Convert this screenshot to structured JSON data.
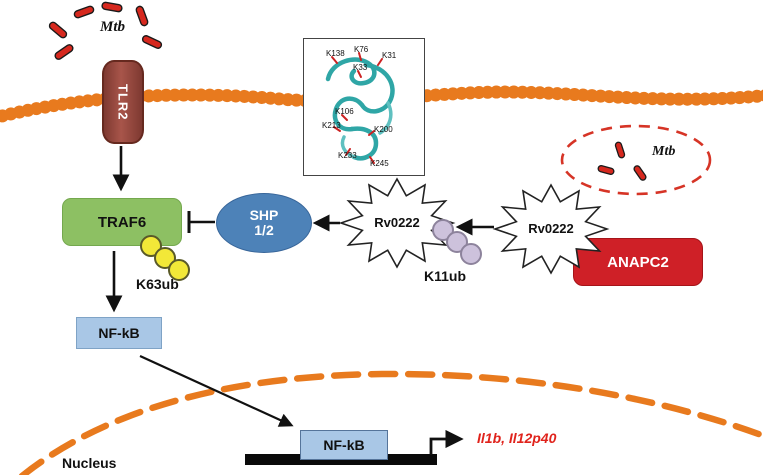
{
  "labels": {
    "mtb_extracellular": "Mtb",
    "mtb_intracellular": "Mtb",
    "tlr2": "TLR2",
    "traf6": "TRAF6",
    "k63ub": "K63ub",
    "nfkb_cytoplasm": "NF-kB",
    "shp_line1": "SHP",
    "shp_line2": "1/2",
    "rv0222_left": "Rv0222",
    "rv0222_right": "Rv0222",
    "k11ub": "K11ub",
    "anapc2": "ANAPC2",
    "nucleus": "Nucleus",
    "nfkb_nucleus": "NF-kB",
    "target_genes": "Il1b,  Il12p40"
  },
  "structure_inset": {
    "residues": [
      "K138",
      "K76",
      "K31",
      "K33",
      "K106",
      "K213",
      "K200",
      "K233",
      "K245"
    ]
  },
  "colors": {
    "membrane_orange": "#e87a1e",
    "mtb_red": "#d6281e",
    "tlr2_brown": "#9c4a41",
    "traf6_green": "#8dc063",
    "k63ub_yellow": "#f2e838",
    "nfkb_blue": "#a9c7e6",
    "shp_blue": "#4d82b8",
    "k11ub_purple": "#cdc2dc",
    "anapc2_red": "#cf2027",
    "gene_text_red": "#e0231c",
    "starburst_fill": "#ffffff"
  }
}
